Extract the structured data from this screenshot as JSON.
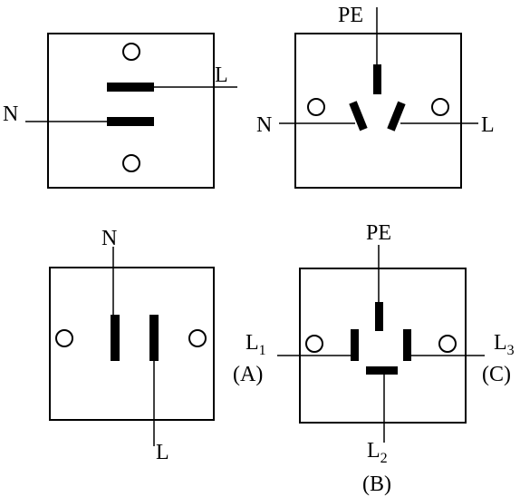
{
  "socket_1": {
    "label_n": "N",
    "label_l": "L"
  },
  "socket_2": {
    "label_pe": "PE",
    "label_n": "N",
    "label_l": "L"
  },
  "socket_3": {
    "label_n": "N",
    "label_l": "L"
  },
  "socket_4": {
    "label_pe": "PE",
    "label_l1_main": "L",
    "label_l1_sub": "1",
    "label_l1_paren": "(A)",
    "label_l2_main": "L",
    "label_l2_sub": "2",
    "label_l2_paren": "(B)",
    "label_l3_main": "L",
    "label_l3_sub": "3",
    "label_l3_paren": "(C)"
  }
}
